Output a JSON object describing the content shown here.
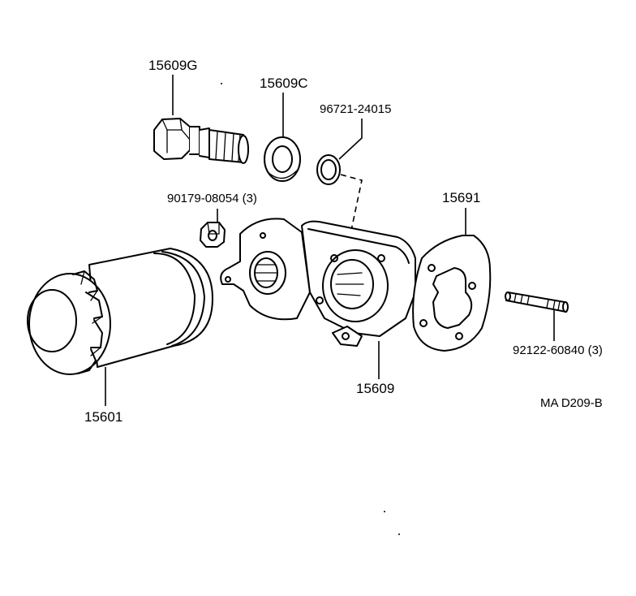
{
  "parts": [
    {
      "id": "15609G"
    },
    {
      "id": "15609C"
    },
    {
      "id": "96721-24015"
    },
    {
      "id": "90179-08054 (3)"
    },
    {
      "id": "15691"
    },
    {
      "id": "15601"
    },
    {
      "id": "15609"
    },
    {
      "id": "92122-60840 (3)"
    }
  ],
  "reference_code": "MA D209-B"
}
